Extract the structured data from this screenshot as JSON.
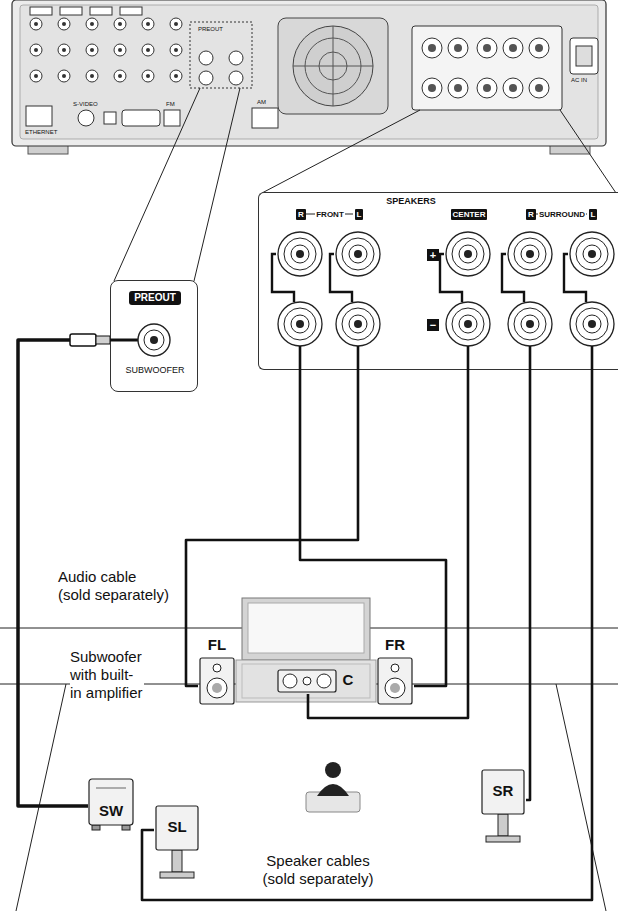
{
  "diagram": {
    "nodes": [
      {
        "text": [
          "PREOUT",
          "SUBWOOFER"
        ]
      },
      {
        "text": [
          "SPEAKERS",
          "R",
          "FRONT",
          "L",
          "CENTER",
          "+",
          "−",
          "R",
          "SURROUND",
          "L"
        ]
      },
      {
        "text": [
          "FL"
        ]
      },
      {
        "text": [
          "FR"
        ]
      },
      {
        "text": [
          "C"
        ]
      },
      {
        "text": [
          "SW"
        ]
      },
      {
        "text": [
          "SL"
        ]
      },
      {
        "text": [
          "SR"
        ]
      }
    ],
    "edges": [
      {
        "from": 0,
        "to": 5,
        "arrow": "none"
      },
      {
        "from": 1,
        "to": 3,
        "arrow": "none"
      },
      {
        "from": 1,
        "to": 2,
        "arrow": "none"
      },
      {
        "from": 1,
        "to": 4,
        "arrow": "none"
      },
      {
        "from": 1,
        "to": 7,
        "arrow": "none"
      },
      {
        "from": 1,
        "to": 6,
        "arrow": "none"
      }
    ],
    "labels": [
      "Audio cable (sold separately)",
      "Subwoofer with built-in amplifier",
      "Speaker cables (sold separately)",
      "PREOUT",
      "ETHERNET",
      "S-VIDEO",
      "FM",
      "AM",
      "AC IN"
    ]
  }
}
